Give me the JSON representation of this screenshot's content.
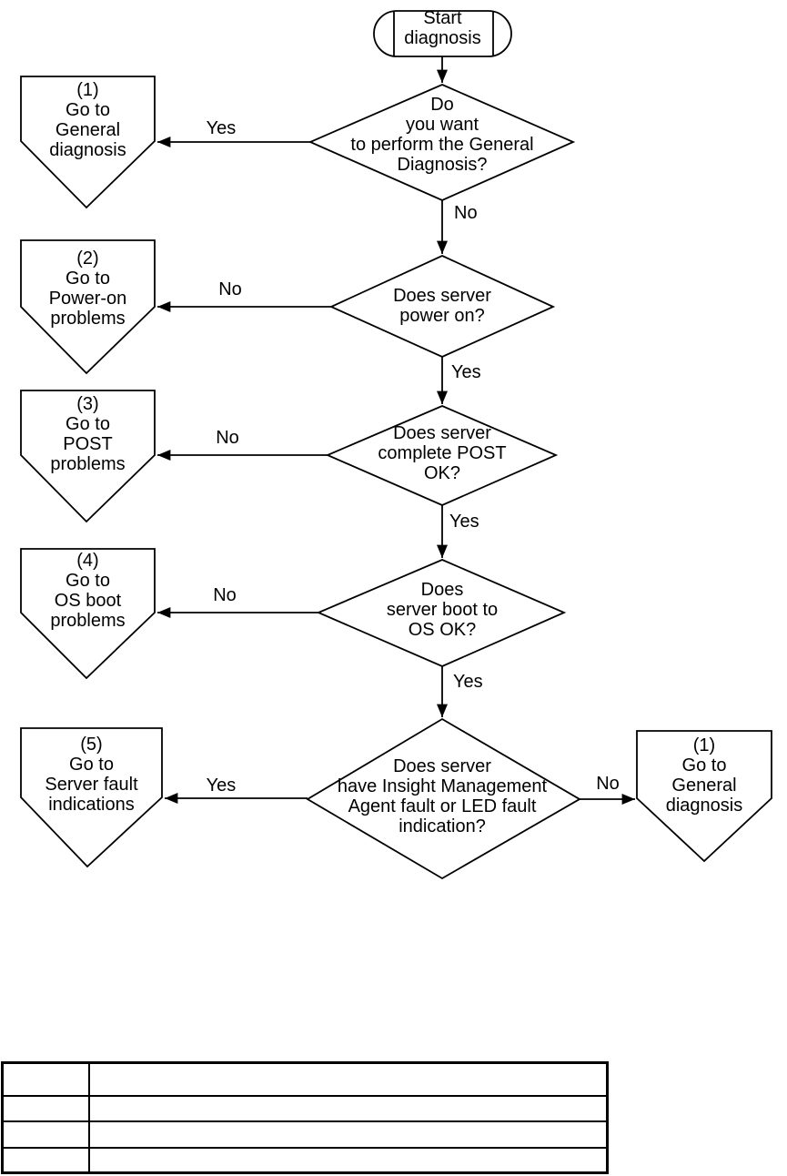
{
  "colors": {
    "stroke": "#000000",
    "background": "#ffffff"
  },
  "diagram": {
    "start": {
      "label": "Start\ndiagnosis"
    },
    "decisions": [
      {
        "label": "Do\nyou want\nto perform the General\nDiagnosis?"
      },
      {
        "label": "Does server\npower on?"
      },
      {
        "label": "Does server\ncomplete POST\nOK?"
      },
      {
        "label": "Does\nserver boot to\nOS OK?"
      },
      {
        "label": "Does server\nhave Insight Management\nAgent fault or LED fault\nindication?"
      }
    ],
    "connectors": [
      {
        "label": "(1)\nGo to\nGeneral\ndiagnosis"
      },
      {
        "label": "(2)\nGo to\nPower-on\nproblems"
      },
      {
        "label": "(3)\nGo to\nPOST\nproblems"
      },
      {
        "label": "(4)\nGo to\nOS boot\nproblems"
      },
      {
        "label": "(5)\nGo to\nServer fault\nindications"
      },
      {
        "label": "(1)\nGo to\nGeneral\ndiagnosis"
      }
    ],
    "edges": {
      "d1_yes": "Yes",
      "d1_no": "No",
      "d2_no": "No",
      "d2_yes": "Yes",
      "d3_no": "No",
      "d3_yes": "Yes",
      "d4_no": "No",
      "d4_yes": "Yes",
      "d5_yes": "Yes",
      "d5_no": "No"
    }
  },
  "table": {
    "rows": [
      [
        "",
        ""
      ],
      [
        "",
        ""
      ],
      [
        "",
        ""
      ],
      [
        "",
        ""
      ]
    ]
  }
}
